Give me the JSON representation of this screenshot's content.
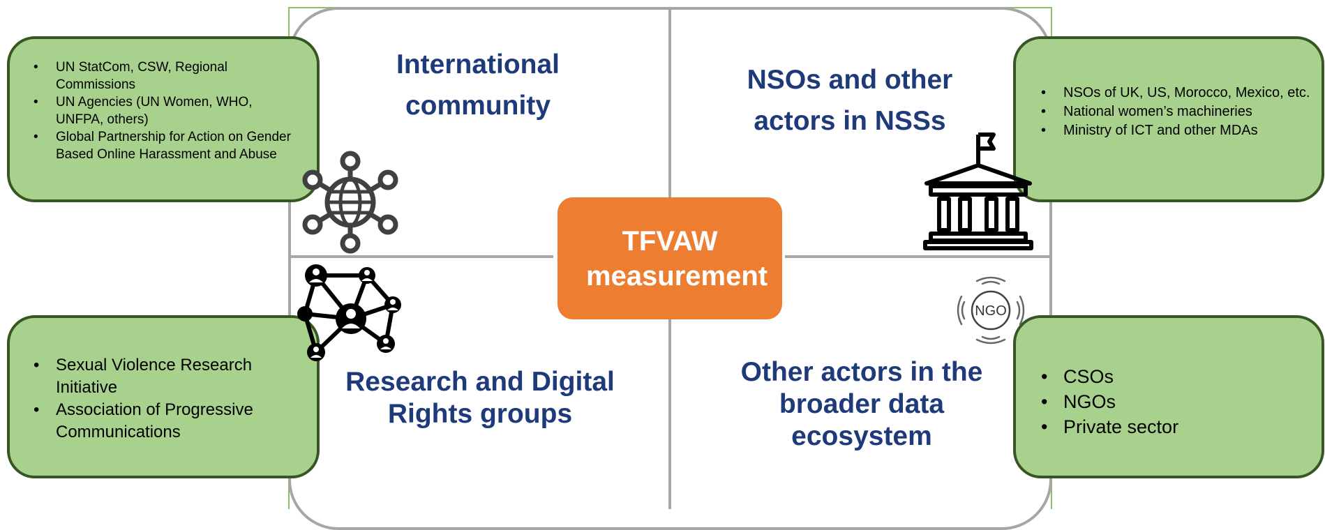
{
  "center": {
    "title": "TFVAW measurement"
  },
  "quadrants": {
    "top_left": {
      "title": "International community"
    },
    "top_right": {
      "title": "NSOs and other actors in NSSs"
    },
    "bottom_left": {
      "title": "Research and Digital Rights groups"
    },
    "bottom_right": {
      "title": "Other actors in the broader data ecosystem"
    }
  },
  "boxes": {
    "top_left": {
      "items": [
        "UN StatCom, CSW, Regional Commissions",
        "UN Agencies (UN Women, WHO, UNFPA, others)",
        "Global Partnership for Action on Gender Based Online Harassment and Abuse"
      ]
    },
    "top_right": {
      "items": [
        "NSOs of UK, US, Morocco, Mexico, etc.",
        "National women’s machineries",
        "Ministry of ICT and other MDAs"
      ]
    },
    "bottom_left": {
      "items": [
        "Sexual Violence Research Initiative",
        "Association of Progressive Communications"
      ]
    },
    "bottom_right": {
      "items": [
        "CSOs",
        "NGOs",
        "Private sector"
      ]
    }
  },
  "icons": {
    "globe_network": "globe-network-icon",
    "government_building": "government-building-icon",
    "people_network": "people-network-icon",
    "ngo": "ngo-icon",
    "ngo_label": "NGO"
  },
  "colors": {
    "navy": "#1f3a7a",
    "orange": "#ed7d31",
    "green_fill": "#a9d18e",
    "green_border": "#375623",
    "grey": "#a6a6a6"
  }
}
